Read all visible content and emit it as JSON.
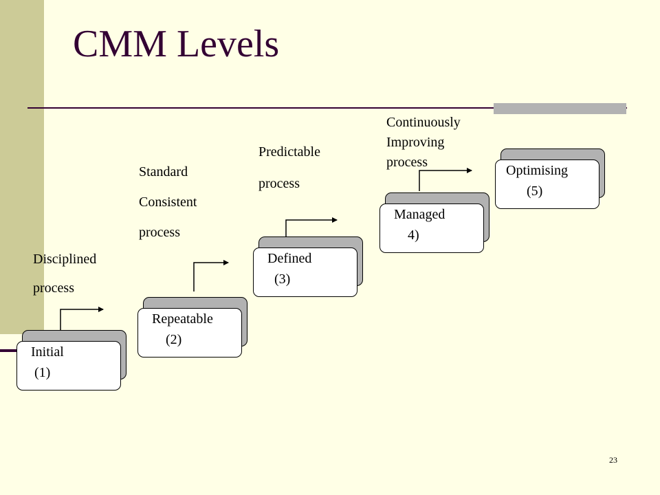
{
  "title": "CMM Levels",
  "page_number": "23",
  "levels": [
    {
      "name": "Initial",
      "number": "(1)",
      "text": "    Initial\n     (1)",
      "caption": [
        "Disciplined",
        "process"
      ]
    },
    {
      "name": "Repeatable",
      "number": "(2)",
      "text": "    Repeatable\n        (2)",
      "caption": [
        "Standard",
        "Consistent",
        "process"
      ]
    },
    {
      "name": "Defined",
      "number": "(3)",
      "text": "    Defined\n      (3)",
      "caption": [
        "Predictable",
        "process"
      ]
    },
    {
      "name": "Managed",
      "number": "4)",
      "text": "    Managed\n        4)",
      "caption": [
        "Continuously",
        "Improving",
        "process"
      ]
    },
    {
      "name": "Optimising",
      "number": "(5)",
      "text": "   Optimising\n         (5)",
      "caption": []
    }
  ]
}
